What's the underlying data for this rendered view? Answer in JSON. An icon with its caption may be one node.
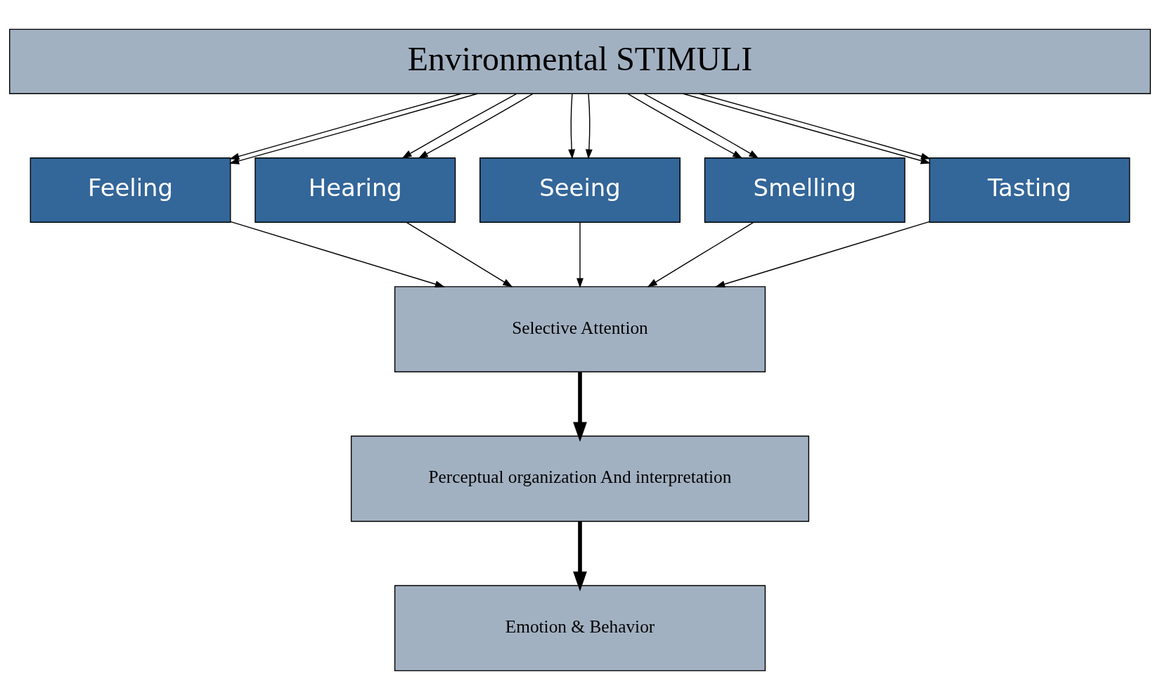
{
  "diagram": {
    "nodes": [
      {
        "text": [
          "Environmental STIMULI"
        ]
      },
      {
        "text": [
          "Feeling"
        ]
      },
      {
        "text": [
          "Hearing"
        ]
      },
      {
        "text": [
          "Seeing"
        ]
      },
      {
        "text": [
          "Smelling"
        ]
      },
      {
        "text": [
          "Tasting"
        ]
      },
      {
        "text": [
          "Selective Attention"
        ]
      },
      {
        "text": [
          "Perceptual organization And interpretation"
        ]
      },
      {
        "text": [
          "Emotion & Behavior"
        ]
      }
    ],
    "edges": [
      {
        "from": 0,
        "to": 1,
        "arrow": "to"
      },
      {
        "from": 0,
        "to": 1,
        "arrow": "to"
      },
      {
        "from": 0,
        "to": 2,
        "arrow": "to"
      },
      {
        "from": 0,
        "to": 2,
        "arrow": "to"
      },
      {
        "from": 0,
        "to": 3,
        "arrow": "to"
      },
      {
        "from": 0,
        "to": 3,
        "arrow": "to"
      },
      {
        "from": 0,
        "to": 4,
        "arrow": "to"
      },
      {
        "from": 0,
        "to": 4,
        "arrow": "to"
      },
      {
        "from": 0,
        "to": 5,
        "arrow": "to"
      },
      {
        "from": 0,
        "to": 5,
        "arrow": "to"
      },
      {
        "from": 1,
        "to": 6,
        "arrow": "to"
      },
      {
        "from": 2,
        "to": 6,
        "arrow": "to"
      },
      {
        "from": 3,
        "to": 6,
        "arrow": "to"
      },
      {
        "from": 4,
        "to": 6,
        "arrow": "to"
      },
      {
        "from": 5,
        "to": 6,
        "arrow": "to"
      },
      {
        "from": 6,
        "to": 7,
        "arrow": "to",
        "style": "thick"
      },
      {
        "from": 7,
        "to": 8,
        "arrow": "to",
        "style": "thick"
      }
    ]
  }
}
